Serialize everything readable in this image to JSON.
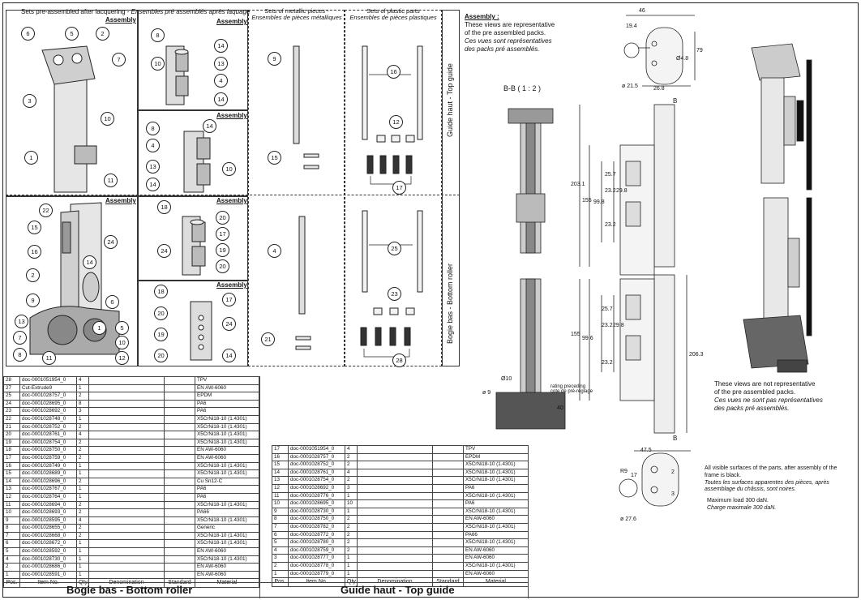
{
  "header": {
    "sets_preassembled": "Sets pre-assembled after lacquering",
    "sets_preassembled_fr": "Ensembles pré assemblés après laquage",
    "sets_metallic": "Sets of metallic pieces",
    "sets_metallic_fr": "Ensembles de pièces métalliques",
    "sets_plastic": "Sets of plastic parts",
    "sets_plastic_fr": "Ensembles de pièces plastiques",
    "assembly_label": "Assembly"
  },
  "side_labels": {
    "top": "Guide haut - Top guide",
    "bottom": "Bogie bas - Bottom roller"
  },
  "notes": {
    "assembly_title": "Assembly :",
    "assembly_en": [
      "These views are representative",
      "of the pre assembled packs."
    ],
    "assembly_fr": [
      "Ces vues sont représentatives",
      "des packs pré assemblés."
    ],
    "not_rep_en": [
      "These views are not representative",
      "of the pre assembled packs."
    ],
    "not_rep_fr": [
      "Ces vues ne sont pas représentatives",
      "des packs pré assemblés."
    ],
    "black_en": [
      "All visible surfaces of the parts, after assembly of the",
      "frame is black."
    ],
    "black_fr": [
      "Toutes les surfaces apparentes des pièces, après",
      "assemblage du châssis, sont noires."
    ],
    "load_en": "Maximum load 300 daN.",
    "load_fr": "Charge maximale 300 daN."
  },
  "dims": {
    "section": "B-B ( 1 : 2 )",
    "top_w": "46",
    "top_19": "19.4",
    "top_48": "Ø4.8",
    "top_79": "79",
    "top_21": "ø 21.5",
    "top_26": "26.8",
    "h203": "203.1",
    "h155a": "155",
    "h998a": "99.8",
    "h257a": "25.7",
    "h232a": "23.2",
    "h298a": "29.8",
    "h232b": "23.2",
    "h155b": "155",
    "h998b": "99.6",
    "h257b": "25.7",
    "h232c": "23.2",
    "h298b": "29.8",
    "h232d": "23.2",
    "h2063": "206.3",
    "d10": "Ø10",
    "d9": "ø 9",
    "rating": "rating preceding",
    "rating_fr": "cote de pré-réglage",
    "r40": "40",
    "b": "B",
    "bot_w": "47.5",
    "bot_r": "R9",
    "bot_17": "17",
    "bot_27": "ø 27.6",
    "bot_2": "2",
    "bot_3": "3"
  },
  "bubbles_top": [
    "6",
    "5",
    "2",
    "7",
    "3",
    "10",
    "1",
    "11"
  ],
  "bubbles_mid1": [
    "8",
    "14",
    "10",
    "13",
    "4",
    "14"
  ],
  "bubbles_mid2": [
    "8",
    "14",
    "4",
    "13",
    "10",
    "14"
  ],
  "bubbles_bot": [
    "22",
    "15",
    "24",
    "16",
    "2",
    "14",
    "9",
    "6",
    "13",
    "7",
    "8",
    "11",
    "1",
    "5",
    "10",
    "12"
  ],
  "bubbles_mid3": [
    "18",
    "20",
    "17",
    "24",
    "19",
    "20"
  ],
  "bubbles_mid4": [
    "18",
    "17",
    "20",
    "24",
    "19",
    "20",
    "14"
  ],
  "bubbles_metal_top": [
    "9",
    "15"
  ],
  "bubbles_metal_bot": [
    "4",
    "21"
  ],
  "bubbles_plastic_top": [
    "16",
    "12",
    "17"
  ],
  "bubbles_plastic_bot": [
    "25",
    "23",
    "28"
  ],
  "bom_bottom": {
    "title": "Bogie bas - Bottom roller",
    "headers": [
      "Pos.",
      "Item No.",
      "Qty.",
      "Denomination",
      "Standard",
      "Material"
    ],
    "rows": [
      [
        "28",
        "doc-0001051954_0",
        "4",
        "",
        "",
        "TPV"
      ],
      [
        "27",
        "Cut-Extrude9",
        "1",
        "",
        "",
        "EN AW-6060"
      ],
      [
        "25",
        "doc-0001028757_0",
        "2",
        "",
        "",
        "EPDM"
      ],
      [
        "24",
        "doc-0001028695_0",
        "8",
        "",
        "",
        "PA6"
      ],
      [
        "23",
        "doc-0001028692_0",
        "3",
        "",
        "",
        "PA6"
      ],
      [
        "22",
        "doc-0001028748_0",
        "1",
        "",
        "",
        "X5CrNi18-10 (1.4301)"
      ],
      [
        "21",
        "doc-0001028752_0",
        "2",
        "",
        "",
        "X5CrNi18-10 (1.4301)"
      ],
      [
        "20",
        "doc-0001028761_0",
        "4",
        "",
        "",
        "X5CrNi18-10 (1.4301)"
      ],
      [
        "19",
        "doc-0001028754_0",
        "2",
        "",
        "",
        "X5CrNi18-10 (1.4301)"
      ],
      [
        "18",
        "doc-0001028750_0",
        "2",
        "",
        "",
        "EN AW-6060"
      ],
      [
        "17",
        "doc-0001028759_0",
        "2",
        "",
        "",
        "EN AW-6060"
      ],
      [
        "16",
        "doc-0001028749_0",
        "1",
        "",
        "",
        "X5CrNi18-10 (1.4301)"
      ],
      [
        "15",
        "doc-0001028689_0",
        "1",
        "",
        "",
        "X5CrNi18-10 (1.4301)"
      ],
      [
        "14",
        "doc-0001028696_0",
        "2",
        "",
        "",
        "Cu Sn12-C"
      ],
      [
        "13",
        "doc-0001028767_0",
        "1",
        "",
        "",
        "PA6"
      ],
      [
        "12",
        "doc-0001028764_0",
        "1",
        "",
        "",
        "PA6"
      ],
      [
        "11",
        "doc-0001028694_0",
        "2",
        "",
        "",
        "X5CrNi18-10 (1.4301)"
      ],
      [
        "10",
        "doc-0001028693_0",
        "2",
        "",
        "",
        "PA66"
      ],
      [
        "9",
        "doc-0001028595_0",
        "4",
        "",
        "",
        "X5CrNi18-10 (1.4301)"
      ],
      [
        "8",
        "doc-0001028655_0",
        "2",
        "",
        "",
        "Generic"
      ],
      [
        "7",
        "doc-0001028668_0",
        "2",
        "",
        "",
        "X5CrNi18-10 (1.4301)"
      ],
      [
        "6",
        "doc-0001028672_0",
        "1",
        "",
        "",
        "X5CrNi18-10 (1.4301)"
      ],
      [
        "5",
        "doc-0001028592_0",
        "1",
        "",
        "",
        "EN AW-6060"
      ],
      [
        "4",
        "doc-0001028730_0",
        "1",
        "",
        "",
        "X5CrNi18-10 (1.4301)"
      ],
      [
        "2",
        "doc-0001028686_0",
        "1",
        "",
        "",
        "EN AW-6060"
      ],
      [
        "1",
        "doc-0001028591_0",
        "1",
        "",
        "",
        "EN AW-6060"
      ]
    ]
  },
  "bom_top": {
    "title": "Guide haut - Top guide",
    "headers": [
      "Pos.",
      "Item No.",
      "Qty.",
      "Denomination",
      "Standard",
      "Material"
    ],
    "rows": [
      [
        "17",
        "doc-0001051954_0",
        "4",
        "",
        "",
        "TPV"
      ],
      [
        "16",
        "doc-0001028757_0",
        "2",
        "",
        "",
        "EPDM"
      ],
      [
        "15",
        "doc-0001028752_0",
        "2",
        "",
        "",
        "X5CrNi18-10 (1.4301)"
      ],
      [
        "14",
        "doc-0001028761_0",
        "4",
        "",
        "",
        "X5CrNi18-10 (1.4301)"
      ],
      [
        "13",
        "doc-0001028754_0",
        "2",
        "",
        "",
        "X5CrNi18-10 (1.4301)"
      ],
      [
        "12",
        "doc-0001028692_0",
        "3",
        "",
        "",
        "PA6"
      ],
      [
        "11",
        "doc-0001028776_0",
        "1",
        "",
        "",
        "X5CrNi18-10 (1.4301)"
      ],
      [
        "10",
        "doc-0001028695_0",
        "10",
        "",
        "",
        "PA6"
      ],
      [
        "9",
        "doc-0001028730_0",
        "1",
        "",
        "",
        "X5CrNi18-10 (1.4301)"
      ],
      [
        "8",
        "doc-0001028750_0",
        "2",
        "",
        "",
        "EN AW-6060"
      ],
      [
        "7",
        "doc-0001028782_0",
        "2",
        "",
        "",
        "X5CrNi18-10 (1.4301)"
      ],
      [
        "6",
        "doc-0001028772_0",
        "2",
        "",
        "",
        "PA66"
      ],
      [
        "5",
        "doc-0001028780_0",
        "2",
        "",
        "",
        "X5CrNi18-10 (1.4301)"
      ],
      [
        "4",
        "doc-0001028759_0",
        "2",
        "",
        "",
        "EN AW-6060"
      ],
      [
        "3",
        "doc-0001028777_0",
        "1",
        "",
        "",
        "EN AW-6060"
      ],
      [
        "2",
        "doc-0001028778_0",
        "1",
        "",
        "",
        "X5CrNi18-10 (1.4301)"
      ],
      [
        "1",
        "doc-0001028779_0",
        "1",
        "",
        "",
        "EN AW-6060"
      ]
    ]
  },
  "colors": {
    "line": "#222222",
    "part": "#d9d9d9",
    "dark": "#3a3a3a",
    "black": "#111111"
  }
}
